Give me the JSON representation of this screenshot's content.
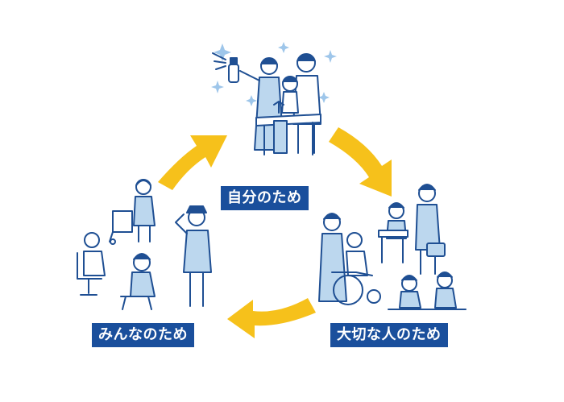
{
  "labels": {
    "self": "自分のため",
    "important_people": "大切な人のため",
    "everyone": "みんなのため"
  },
  "colors": {
    "arrow": "#f6c11b",
    "label_bg": "#1a4f9c",
    "label_text": "#ffffff",
    "ink": "#1f4f93",
    "fill": "#bcd7ee"
  },
  "icons": [
    "sparkle-icon",
    "spray-bottle-icon",
    "arrow-icon"
  ]
}
